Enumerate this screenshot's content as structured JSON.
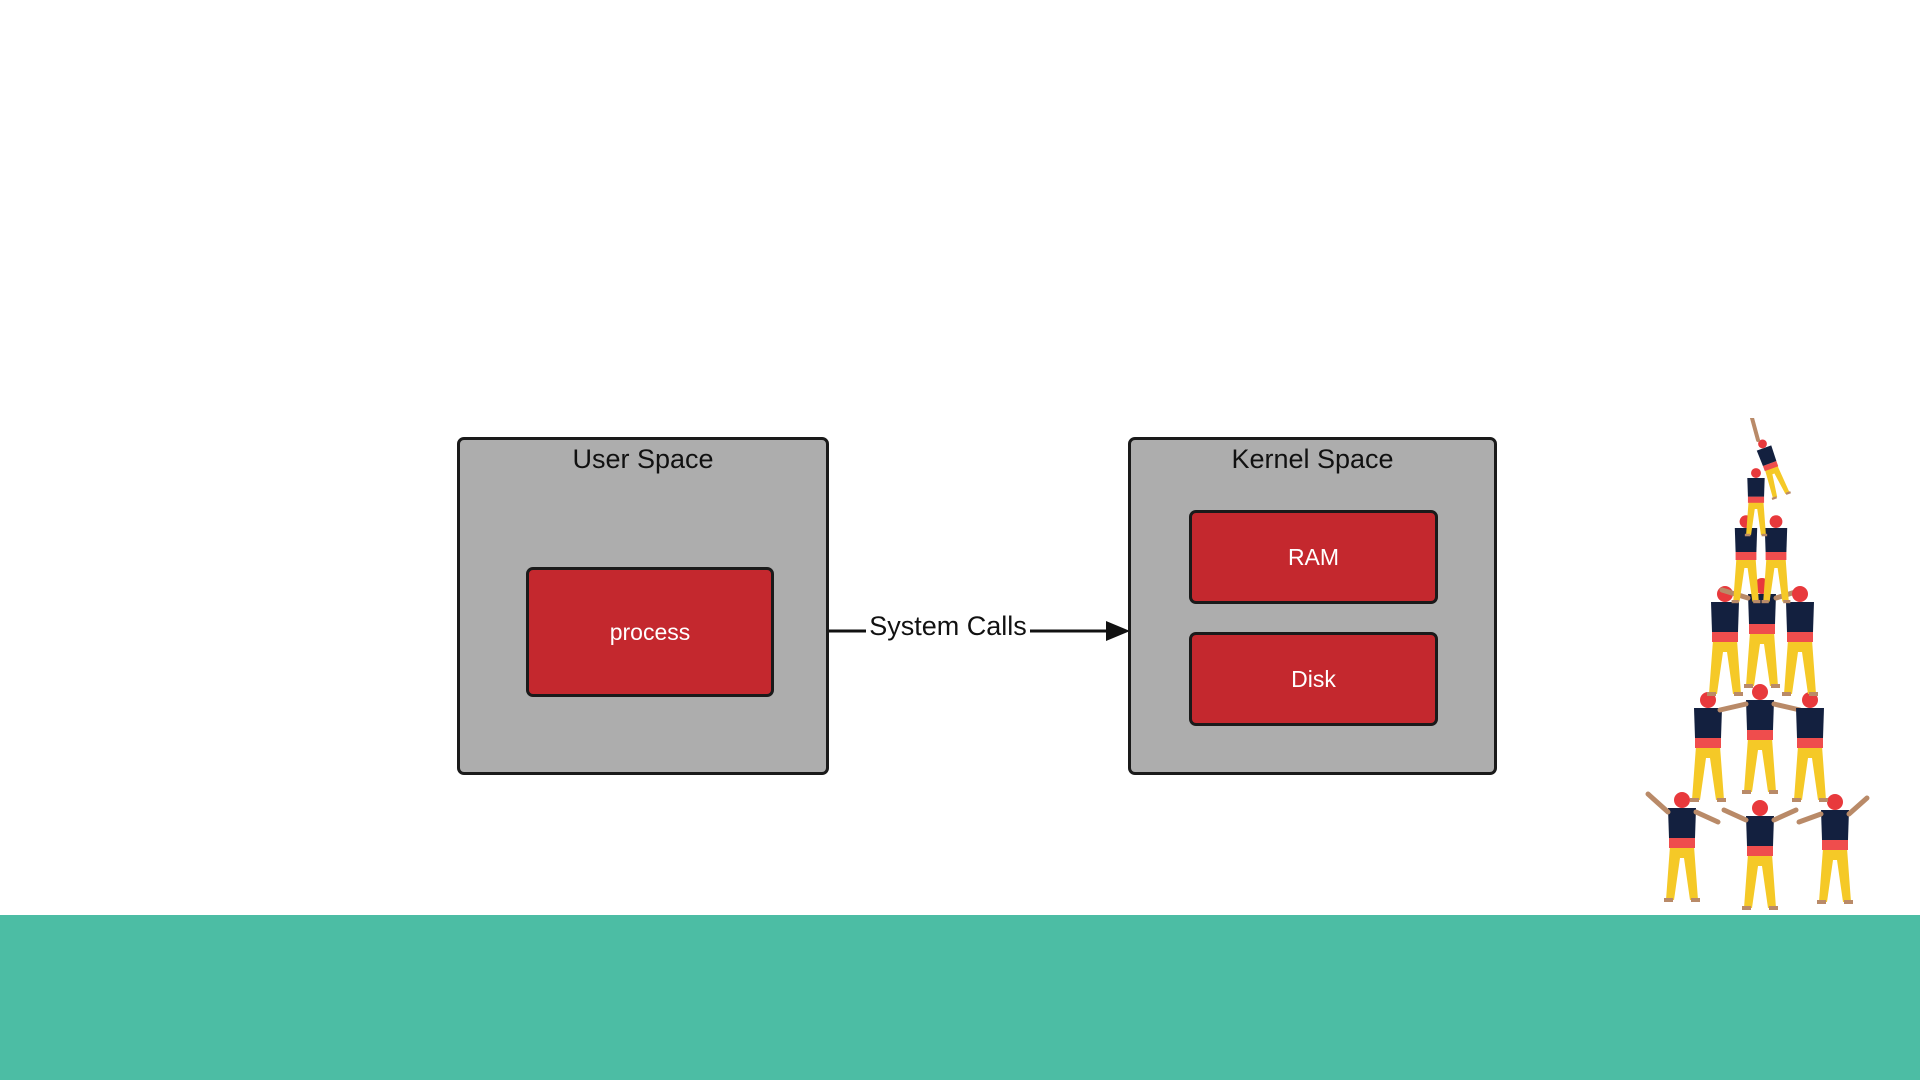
{
  "slide": {
    "background_color": "#ffffff",
    "ground_color": "#4cbda4"
  },
  "diagram": {
    "user_space": {
      "title": "User Space",
      "fill_color": "#adadad",
      "process_label": "process"
    },
    "kernel_space": {
      "title": "Kernel Space",
      "fill_color": "#adadad",
      "ram_label": "RAM",
      "disk_label": "Disk"
    },
    "block_color": "#c4282e",
    "edge_label": "System Calls"
  },
  "illustration": {
    "icon": "human-tower-castellers-icon",
    "colors": {
      "shirt": "#13203f",
      "pants": "#f5c927",
      "sash": "#ef4d4d",
      "head": "#e8393c",
      "skin": "#b98a68"
    }
  }
}
